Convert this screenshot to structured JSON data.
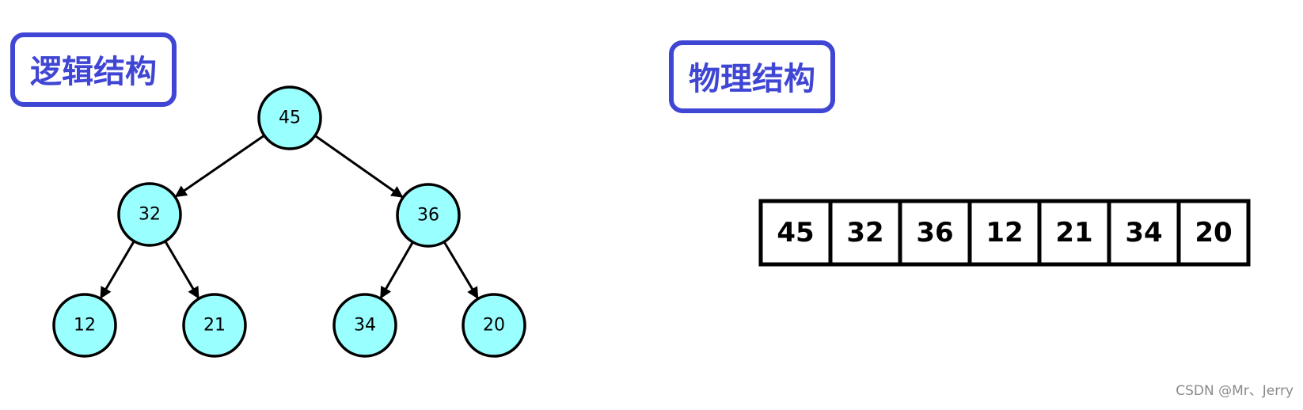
{
  "logical": {
    "title": "逻辑结构",
    "nodes": [
      "45",
      "32",
      "36",
      "12",
      "21",
      "34",
      "20"
    ]
  },
  "physical": {
    "title": "物理结构",
    "cells": [
      "45",
      "32",
      "36",
      "12",
      "21",
      "34",
      "20"
    ]
  },
  "colors": {
    "accent": "#4046d4",
    "node_fill": "#99ffff",
    "stroke": "#000000"
  },
  "watermark": "CSDN @Mr、Jerry"
}
